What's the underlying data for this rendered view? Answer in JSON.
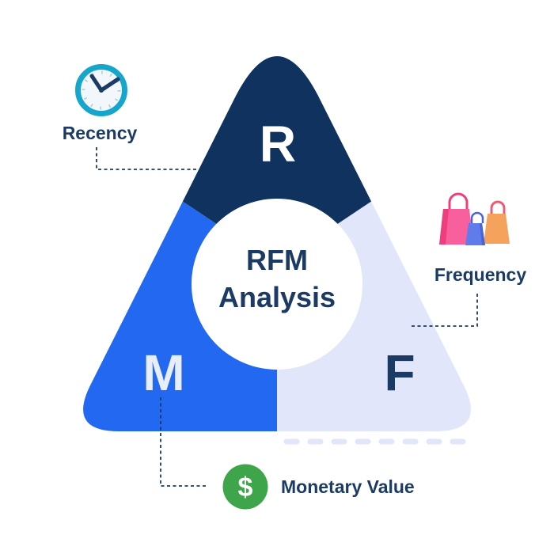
{
  "title": {
    "line1": "RFM",
    "line2": "Analysis"
  },
  "segments": {
    "recency": {
      "letter": "R",
      "label": "Recency"
    },
    "frequency": {
      "letter": "F",
      "label": "Frequency"
    },
    "monetary": {
      "letter": "M",
      "label": "Monetary Value"
    }
  },
  "icons": {
    "recency": "clock-icon",
    "frequency": "shopping-bags-icon",
    "monetary": "dollar-circle-icon",
    "dollar_sign": "$"
  },
  "colors": {
    "navy": "#10325F",
    "blue": "#2368F1",
    "lavender": "#E1E6FB",
    "text_navy": "#1B3A64",
    "letter_r": "#FFFFFF",
    "letter_m": "#E8EDFC",
    "green": "#3EA54B",
    "teal": "#17A6CB",
    "clock_face": "#F2F7FC",
    "clock_tick": "#B9C7D6",
    "bag_pink": "#F7609D",
    "bag_pink_dark": "#EE3E7E",
    "bag_blue": "#5F7CEA",
    "bag_blue_dark": "#4C63D2",
    "bag_orange": "#F5A25C",
    "bag_orange_handle": "#EC5A78",
    "underline": "#E1E6FB"
  }
}
